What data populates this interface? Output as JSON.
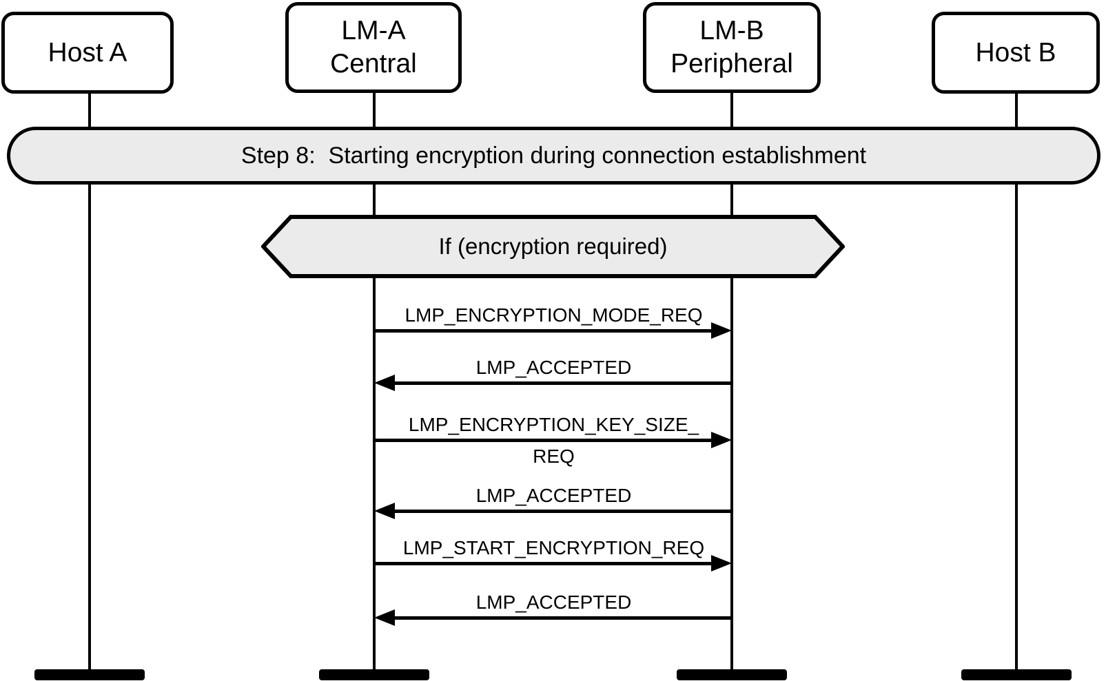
{
  "diagram": {
    "title": "Step 8 LMP encryption sequence diagram",
    "actors": [
      {
        "id": "host-a",
        "line1": "Host A"
      },
      {
        "id": "lm-a-central",
        "line1": "LM-A",
        "line2": "Central"
      },
      {
        "id": "lm-b-peripheral",
        "line1": "LM-B",
        "line2": "Peripheral"
      },
      {
        "id": "host-b",
        "line1": "Host B"
      }
    ],
    "banner": {
      "text": "Step 8:  Starting encryption during connection establishment"
    },
    "condition": {
      "text": "If (encryption required)"
    },
    "messages": [
      {
        "text": "LMP_ENCRYPTION_MODE_REQ",
        "from": "lm-a-central",
        "to": "lm-b-peripheral",
        "direction": "right"
      },
      {
        "text": "LMP_ACCEPTED",
        "from": "lm-b-peripheral",
        "to": "lm-a-central",
        "direction": "left"
      },
      {
        "text": "LMP_ENCRYPTION_KEY_SIZE_",
        "text2": "REQ",
        "from": "lm-a-central",
        "to": "lm-b-peripheral",
        "direction": "right"
      },
      {
        "text": "LMP_ACCEPTED",
        "from": "lm-b-peripheral",
        "to": "lm-a-central",
        "direction": "left"
      },
      {
        "text": "LMP_START_ENCRYPTION_REQ",
        "from": "lm-a-central",
        "to": "lm-b-peripheral",
        "direction": "right"
      },
      {
        "text": "LMP_ACCEPTED",
        "from": "lm-b-peripheral",
        "to": "lm-a-central",
        "direction": "left"
      }
    ],
    "colors": {
      "fill": "#ebebeb",
      "stroke": "#000000",
      "background": "#ffffff"
    }
  }
}
